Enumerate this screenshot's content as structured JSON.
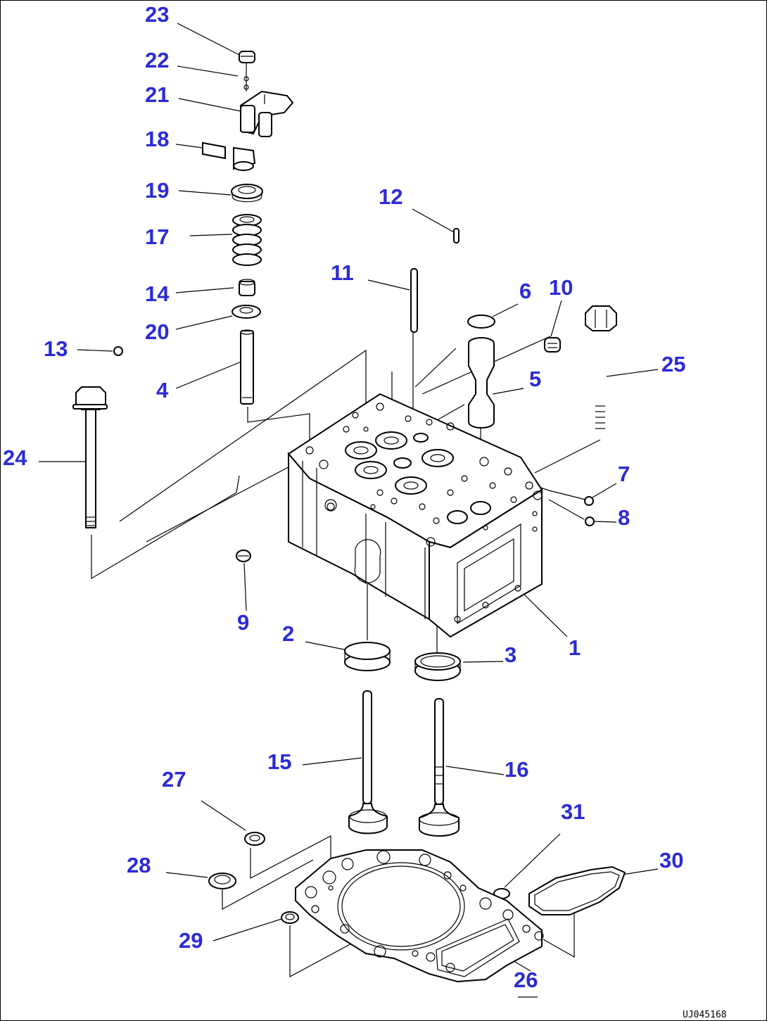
{
  "drawing_code": "UJ045168",
  "colors": {
    "callout": "#2b2bd6",
    "line": "#000000",
    "background": "#ffffff"
  },
  "callouts": {
    "p1": "1",
    "p2": "2",
    "p3": "3",
    "p4": "4",
    "p5": "5",
    "p6": "6",
    "p7": "7",
    "p8": "8",
    "p9": "9",
    "p10": "10",
    "p11": "11",
    "p12": "12",
    "p13": "13",
    "p14": "14",
    "p15": "15",
    "p16": "16",
    "p17": "17",
    "p18": "18",
    "p19": "19",
    "p20": "20",
    "p21": "21",
    "p22": "22",
    "p23": "23",
    "p24": "24",
    "p25": "25",
    "p26": "26",
    "p27": "27",
    "p28": "28",
    "p29": "29",
    "p30": "30",
    "p31": "31"
  }
}
